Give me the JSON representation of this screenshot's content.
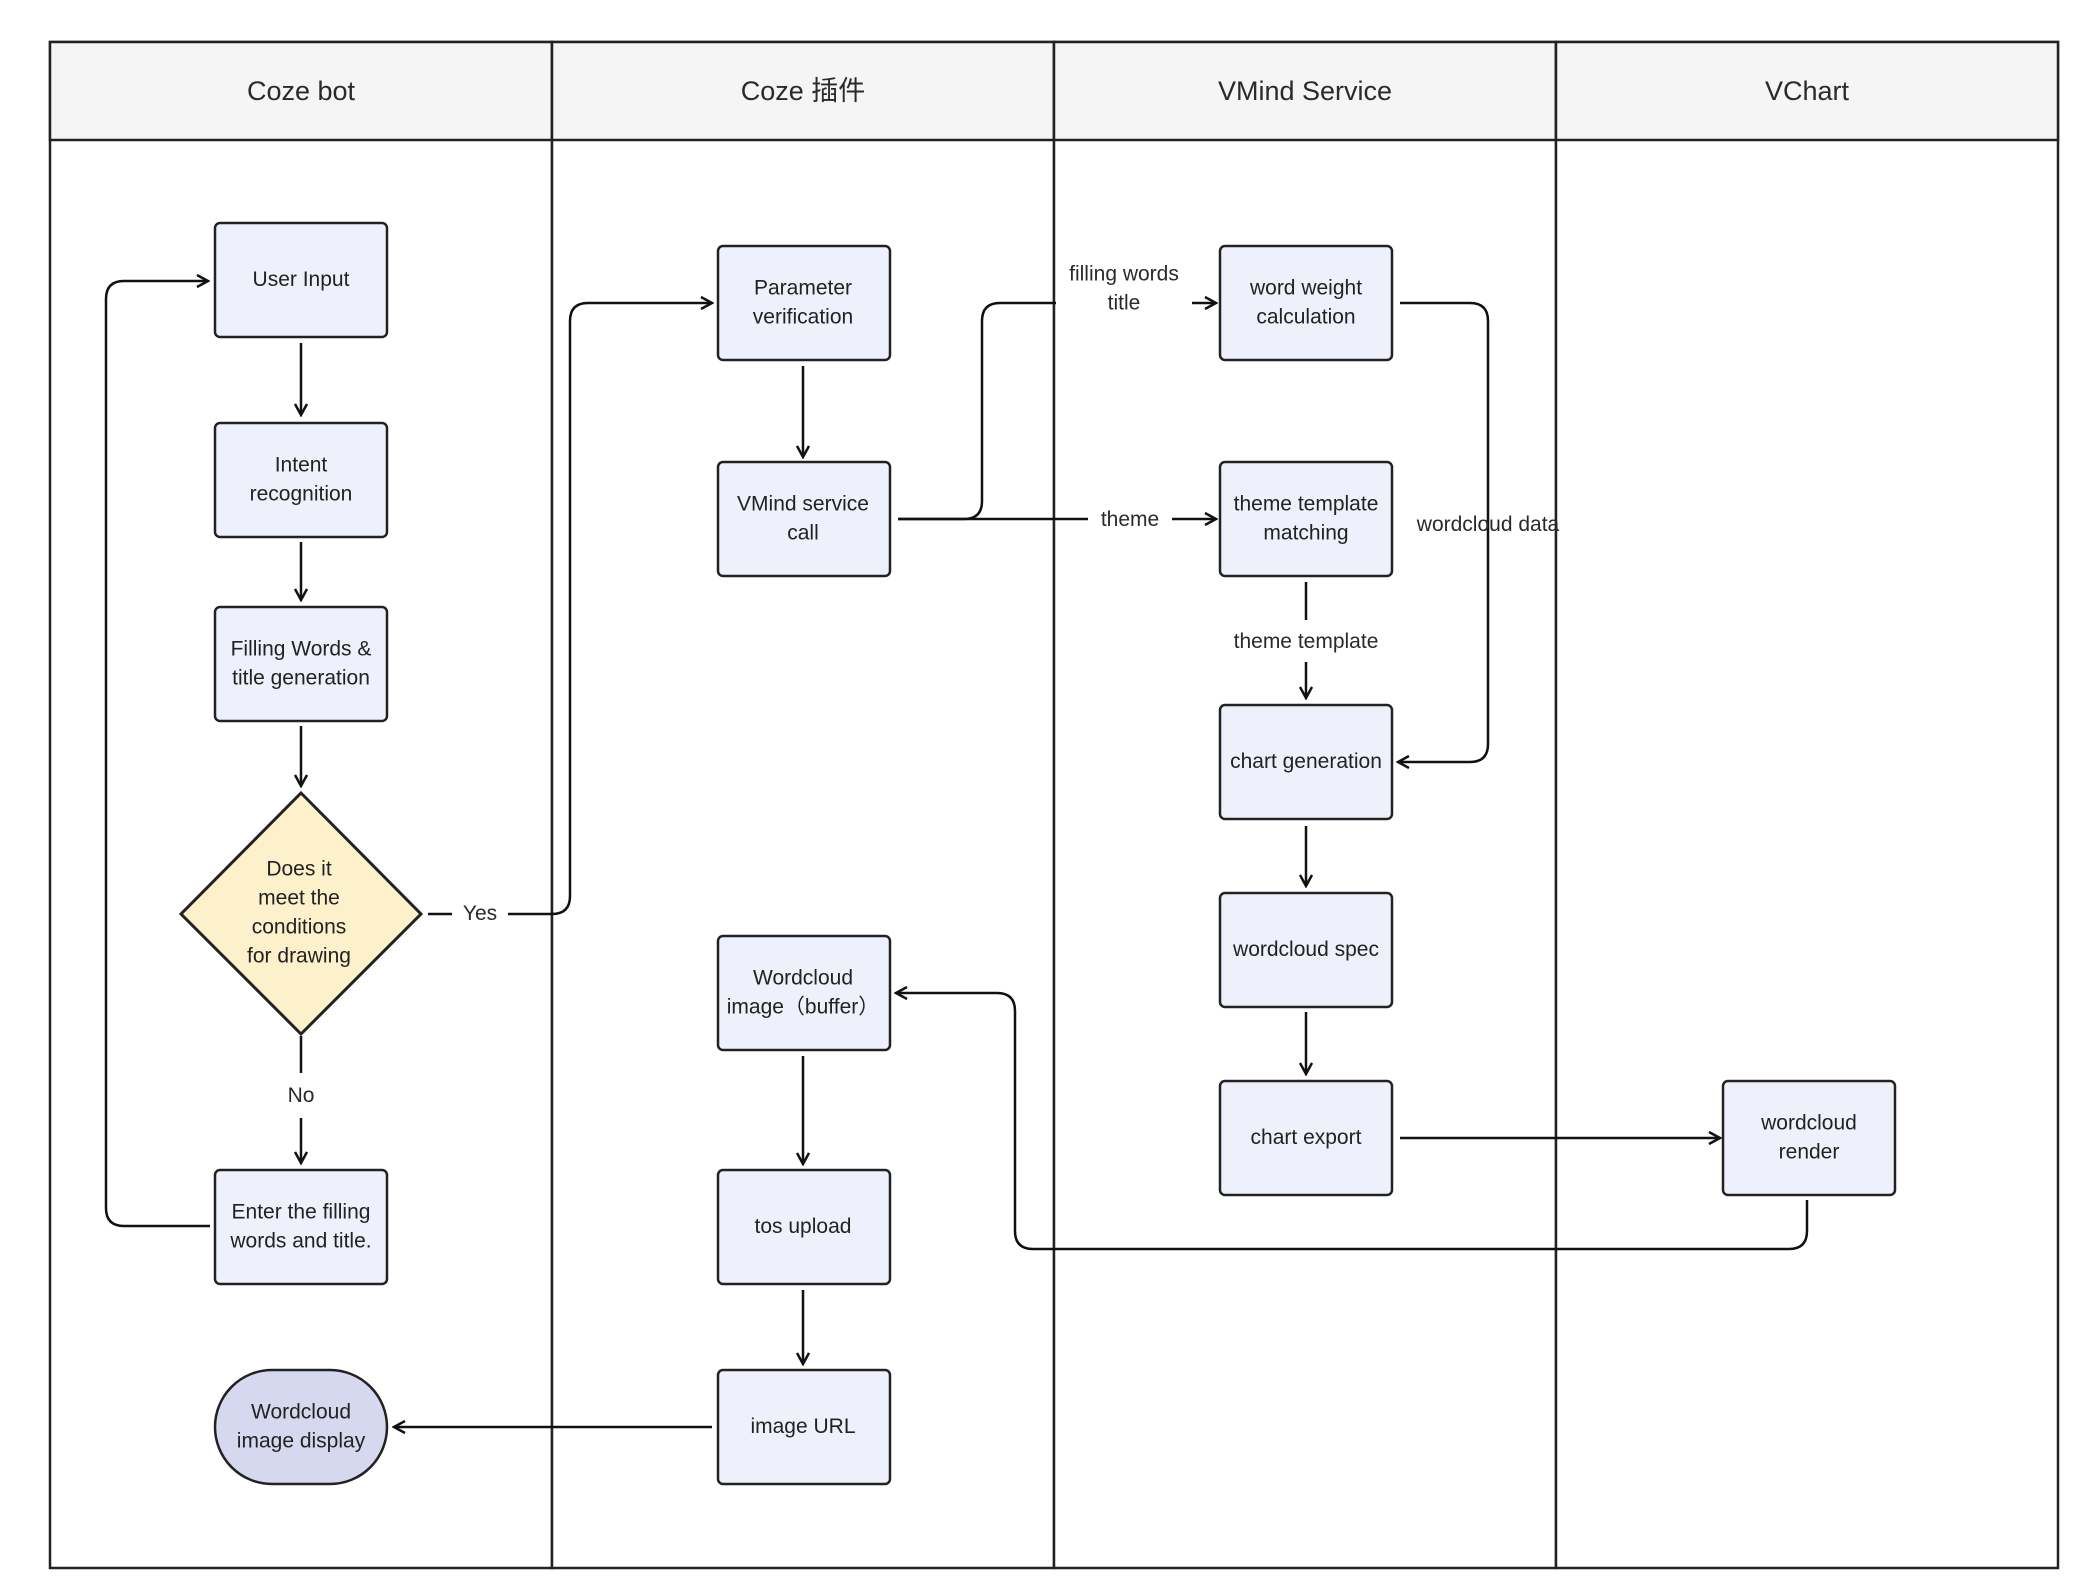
{
  "lanes": [
    {
      "id": "coze-bot",
      "title": "Coze bot"
    },
    {
      "id": "coze-plugin",
      "title": "Coze 插件"
    },
    {
      "id": "vmind-service",
      "title": "VMind Service"
    },
    {
      "id": "vchart",
      "title": "VChart"
    }
  ],
  "nodes": {
    "user_input": [
      "User Input"
    ],
    "intent_recognition": [
      "Intent",
      "recognition"
    ],
    "filling_words_title_generation": [
      "Filling Words &",
      "title generation"
    ],
    "decision": [
      "Does it",
      "meet the",
      "conditions",
      "for drawing"
    ],
    "enter_filling_words": [
      "Enter the filling",
      "words and title."
    ],
    "wordcloud_image_display": [
      "Wordcloud",
      "image display"
    ],
    "parameter_verification": [
      "Parameter",
      "verification"
    ],
    "vmind_service_call": [
      "VMind service",
      "call"
    ],
    "wordcloud_image_buffer": [
      "Wordcloud",
      "image（buffer）"
    ],
    "tos_upload": [
      "tos upload"
    ],
    "image_url": [
      "image URL"
    ],
    "word_weight_calculation": [
      "word weight",
      "calculation"
    ],
    "theme_template_matching": [
      "theme template",
      "matching"
    ],
    "chart_generation": [
      "chart generation"
    ],
    "wordcloud_spec": [
      "wordcloud spec"
    ],
    "chart_export": [
      "chart export"
    ],
    "wordcloud_render": [
      "wordcloud",
      "render"
    ]
  },
  "edge_labels": {
    "yes": [
      "Yes"
    ],
    "no": [
      "No"
    ],
    "filling_words_title": [
      "filling words",
      "title"
    ],
    "theme": [
      "theme"
    ],
    "theme_template": [
      "theme template"
    ],
    "wordcloud_data": [
      "wordcloud data"
    ]
  }
}
